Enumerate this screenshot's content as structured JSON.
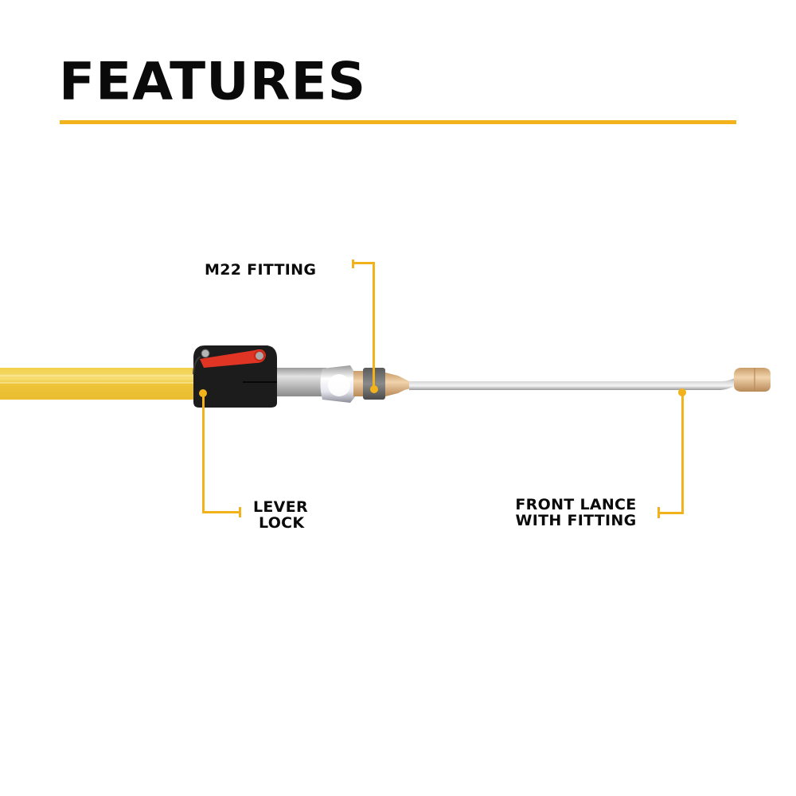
{
  "header": {
    "title": "FEATURES",
    "rule_color": "#f2b21b"
  },
  "callouts": [
    {
      "id": "m22",
      "label": "M22 FITTING"
    },
    {
      "id": "lever",
      "label_line1": "LEVER",
      "label_line2": "LOCK"
    },
    {
      "id": "lance",
      "label_line1": "FRONT LANCE",
      "label_line2": "WITH FITTING"
    }
  ],
  "colors": {
    "accent": "#f2b21b",
    "pole_yellow": "#f3cd3c",
    "lock_black": "#1b1b1b",
    "lever_red": "#e23321",
    "steel": "#c9c9c9",
    "brass": "#d9b48a"
  }
}
